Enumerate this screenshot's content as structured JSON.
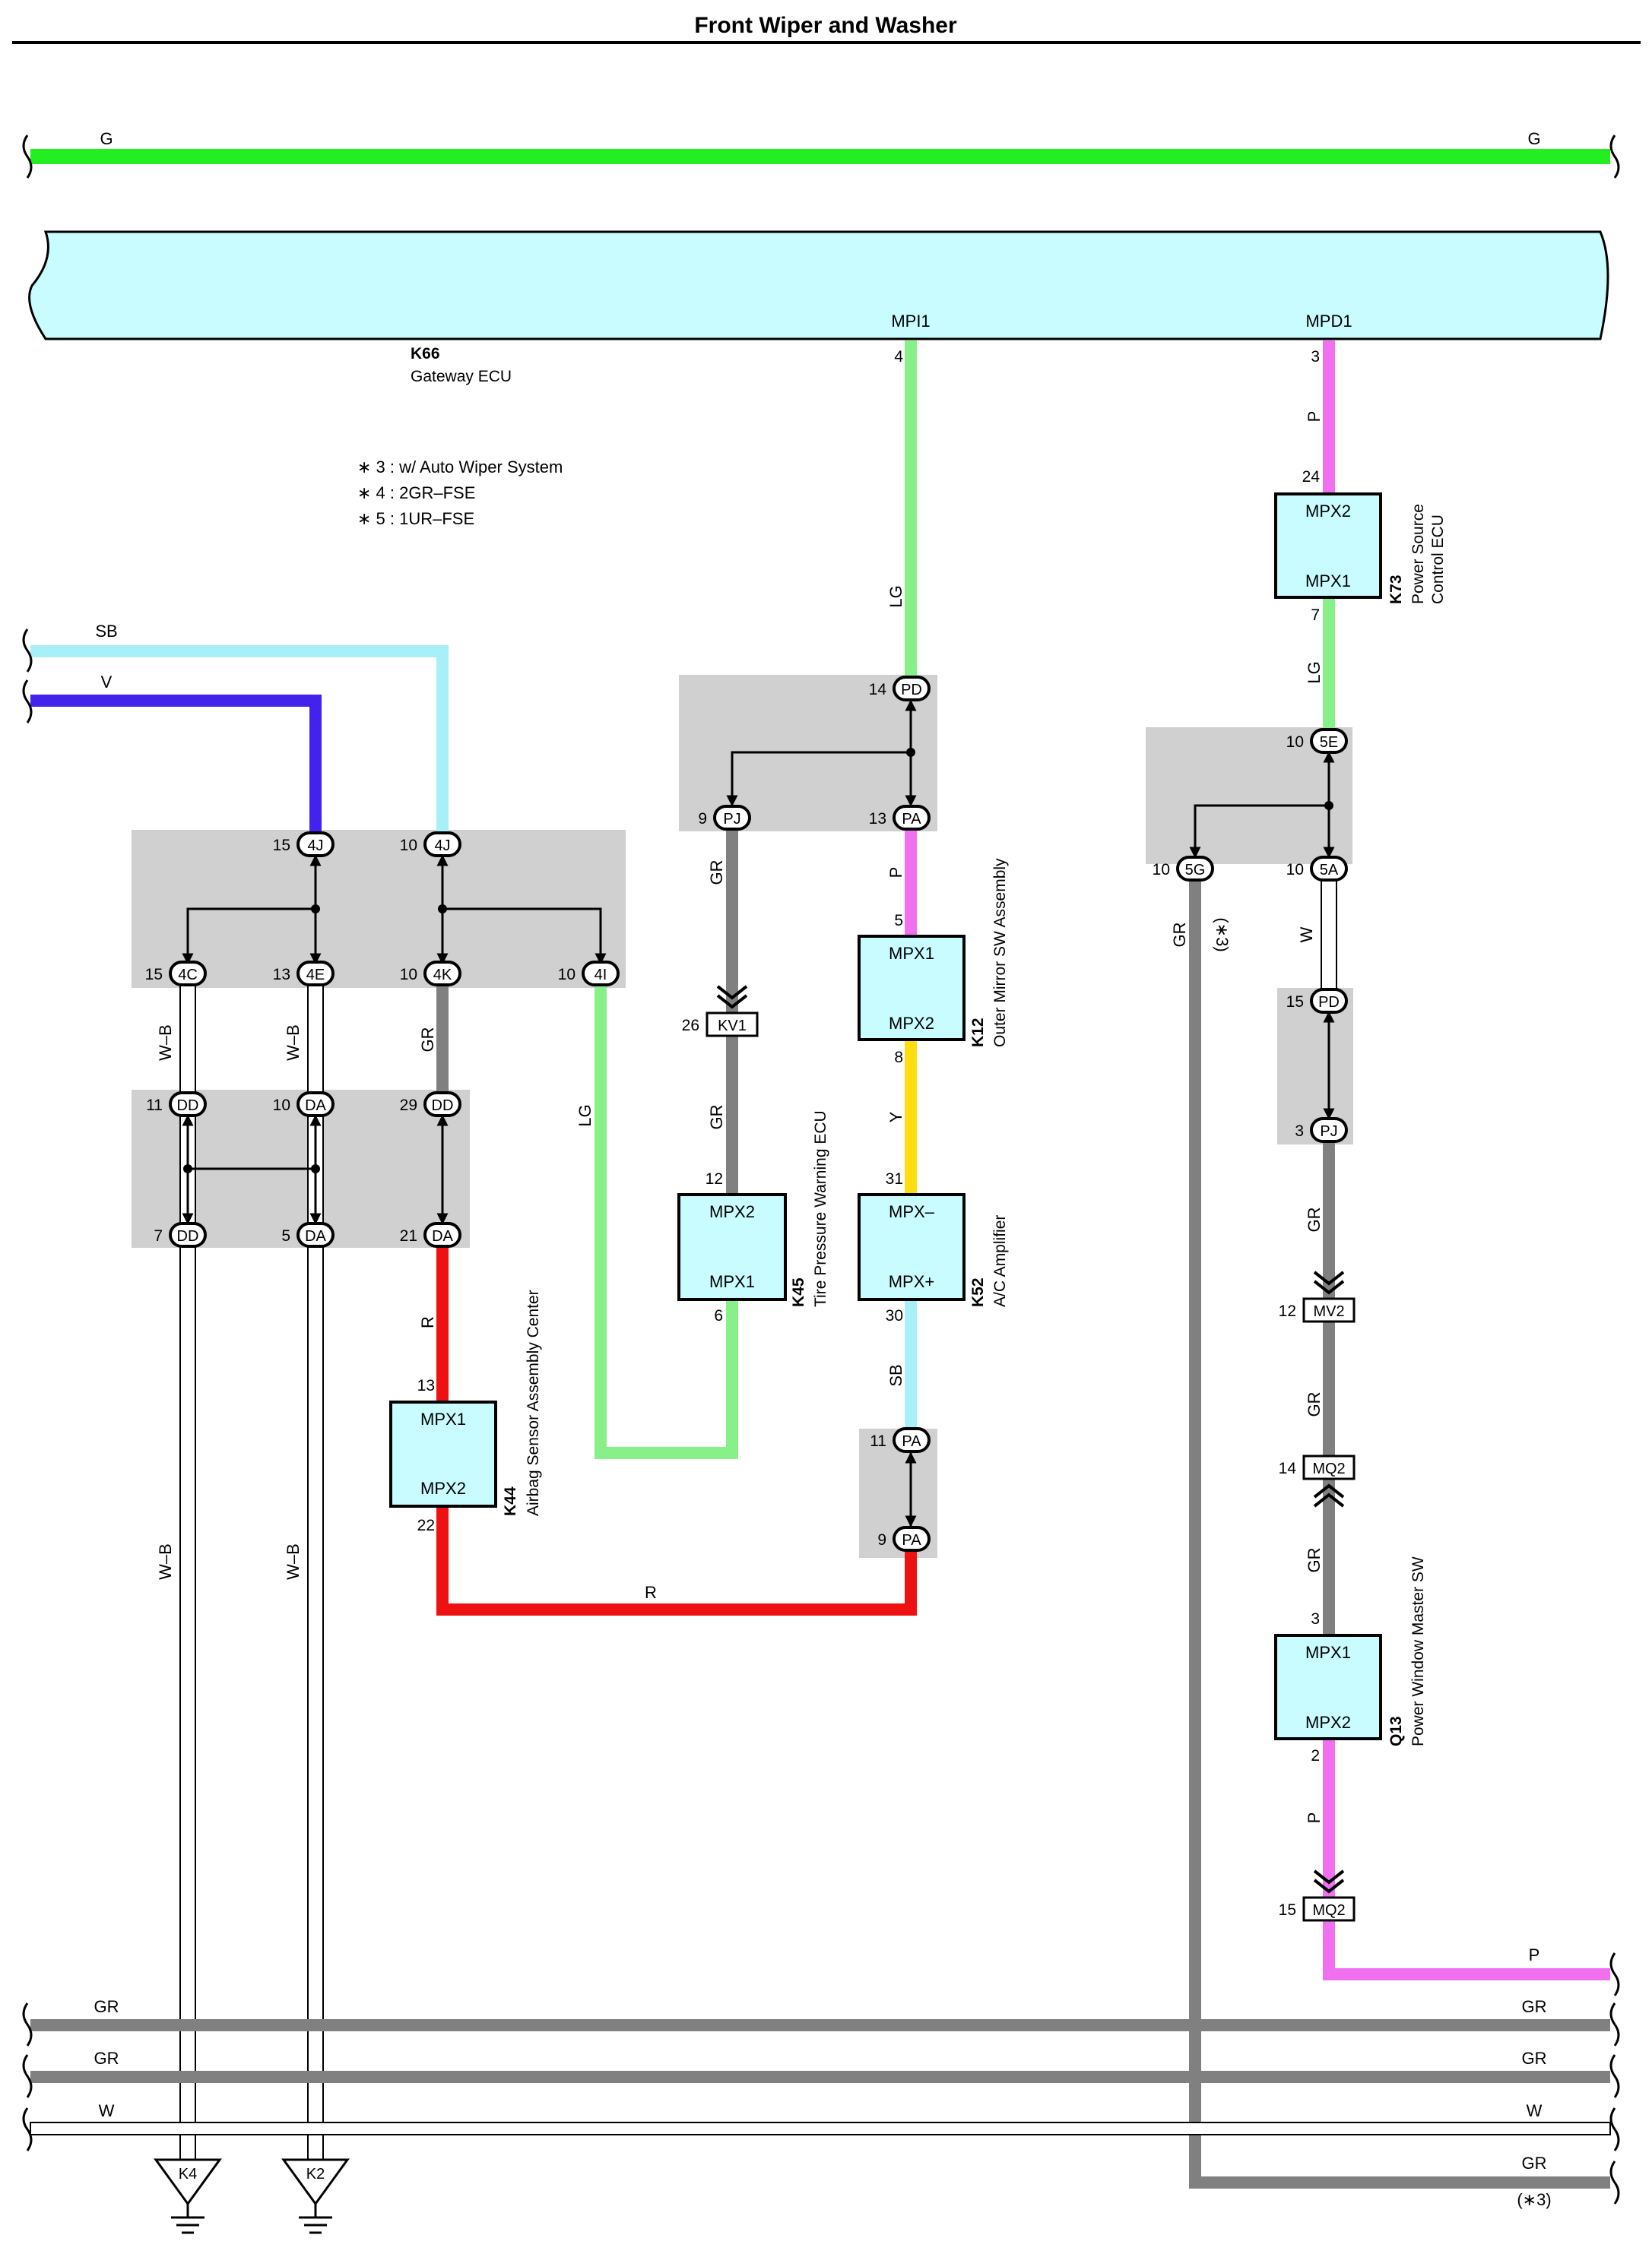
{
  "title": "Front Wiper and Washer",
  "colors": {
    "G": "#22ee22",
    "LG": "#88f088",
    "SB": "#a8f0f8",
    "V": "#4422ee",
    "P": "#f070f0",
    "GR": "#808080",
    "R": "#ee1111",
    "Y": "#ffdd11",
    "ecu_fill": "#c8fcff",
    "junction_fill": "#d0d0d0"
  },
  "gateway": {
    "code": "K66",
    "name": "Gateway ECU",
    "mpi1": "MPI1",
    "mpd1": "MPD1"
  },
  "notes": [
    "∗ 3 : w/ Auto Wiper System",
    "∗ 4 : 2GR–FSE",
    "∗ 5 : 1UR–FSE"
  ],
  "wire_labels": {
    "g": "G",
    "sb": "SB",
    "v": "V",
    "lg": "LG",
    "p": "P",
    "gr": "GR",
    "wb": "W–B",
    "r": "R",
    "y": "Y",
    "w": "W"
  },
  "pins": {
    "p4": "4",
    "p3": "3",
    "p24": "24",
    "p7": "7",
    "p14": "14",
    "p9": "9",
    "p13": "13",
    "p10": "10",
    "p15": "15",
    "p5": "5",
    "p11": "11",
    "p29": "29",
    "p21": "21",
    "p26": "26",
    "p12": "12",
    "p6": "6",
    "p8": "8",
    "p31": "31",
    "p30": "30",
    "p22": "22",
    "p2": "2"
  },
  "connectors": {
    "PD": "PD",
    "PJ": "PJ",
    "PA": "PA",
    "J4J": "4J",
    "J4C": "4C",
    "J4E": "4E",
    "J4K": "4K",
    "J4I": "4I",
    "DD": "DD",
    "DA": "DA",
    "KV1": "KV1",
    "E5": "5E",
    "G5": "5G",
    "A5": "5A",
    "MV2": "MV2",
    "MQ2": "MQ2"
  },
  "ecus": {
    "k73": {
      "code": "K73",
      "name1": "Power Source",
      "name2": "Control ECU",
      "top": "MPX2",
      "bottom": "MPX1"
    },
    "k12": {
      "code": "K12",
      "name": "Outer Mirror SW Assembly",
      "top": "MPX1",
      "bottom": "MPX2"
    },
    "k52": {
      "code": "K52",
      "name": "A/C Amplifier",
      "top": "MPX–",
      "bottom": "MPX+"
    },
    "k45": {
      "code": "K45",
      "name": "Tire Pressure Warning ECU",
      "top": "MPX2",
      "bottom": "MPX1"
    },
    "k44": {
      "code": "K44",
      "name": "Airbag Sensor Assembly Center",
      "top": "MPX1",
      "bottom": "MPX2"
    },
    "q13": {
      "code": "Q13",
      "name": "Power Window Master SW",
      "top": "MPX1",
      "bottom": "MPX2"
    }
  },
  "grounds": {
    "k4": "K4",
    "k2": "K2"
  },
  "star3": "(∗3)"
}
